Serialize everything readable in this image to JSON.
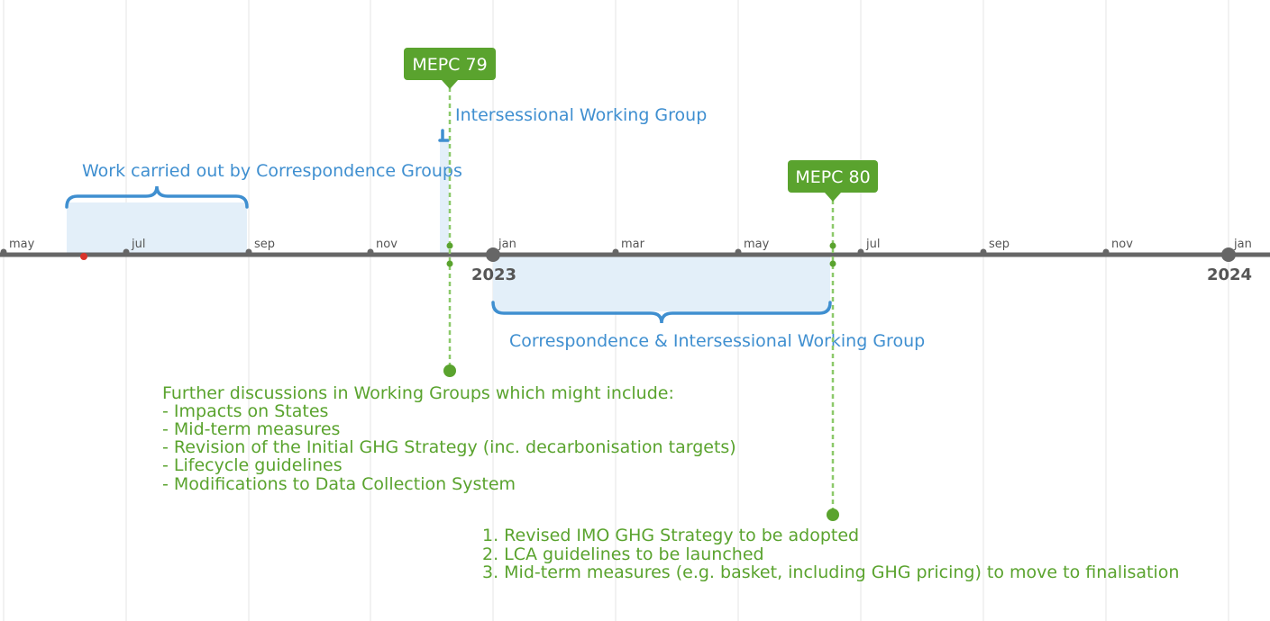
{
  "timeline": {
    "months": [
      "may",
      "jul",
      "sep",
      "nov",
      "jan",
      "mar",
      "may",
      "jul",
      "sep",
      "nov",
      "jan"
    ],
    "years": [
      "2023",
      "2024"
    ]
  },
  "milestones": [
    {
      "label": "MEPC 79"
    },
    {
      "label": "MEPC 80"
    }
  ],
  "spans": {
    "correspondence_groups": "Work carried out by Correspondence Groups",
    "intersessional": "Intersessional Working Group",
    "correspondence_intersessional": "Correspondence & Intersessional Working Group"
  },
  "notes": {
    "mepc79": [
      "Further discussions in Working Groups which might include:",
      "- Impacts on States",
      "- Mid-term measures",
      "- Revision of the Initial GHG Strategy (inc. decarbonisation targets)",
      "- Lifecycle guidelines",
      "- Modifications to Data Collection System"
    ],
    "mepc80": [
      "1. Revised IMO GHG Strategy to be adopted",
      "2. LCA guidelines to be launched",
      "3. Mid-term measures (e.g. basket, including GHG pricing) to move to finalisation"
    ]
  },
  "colors": {
    "green": "#5aa32e",
    "blue": "#3f8fd0",
    "axis": "#666666",
    "band": "#e3eff9",
    "marker": "#d9342b"
  }
}
